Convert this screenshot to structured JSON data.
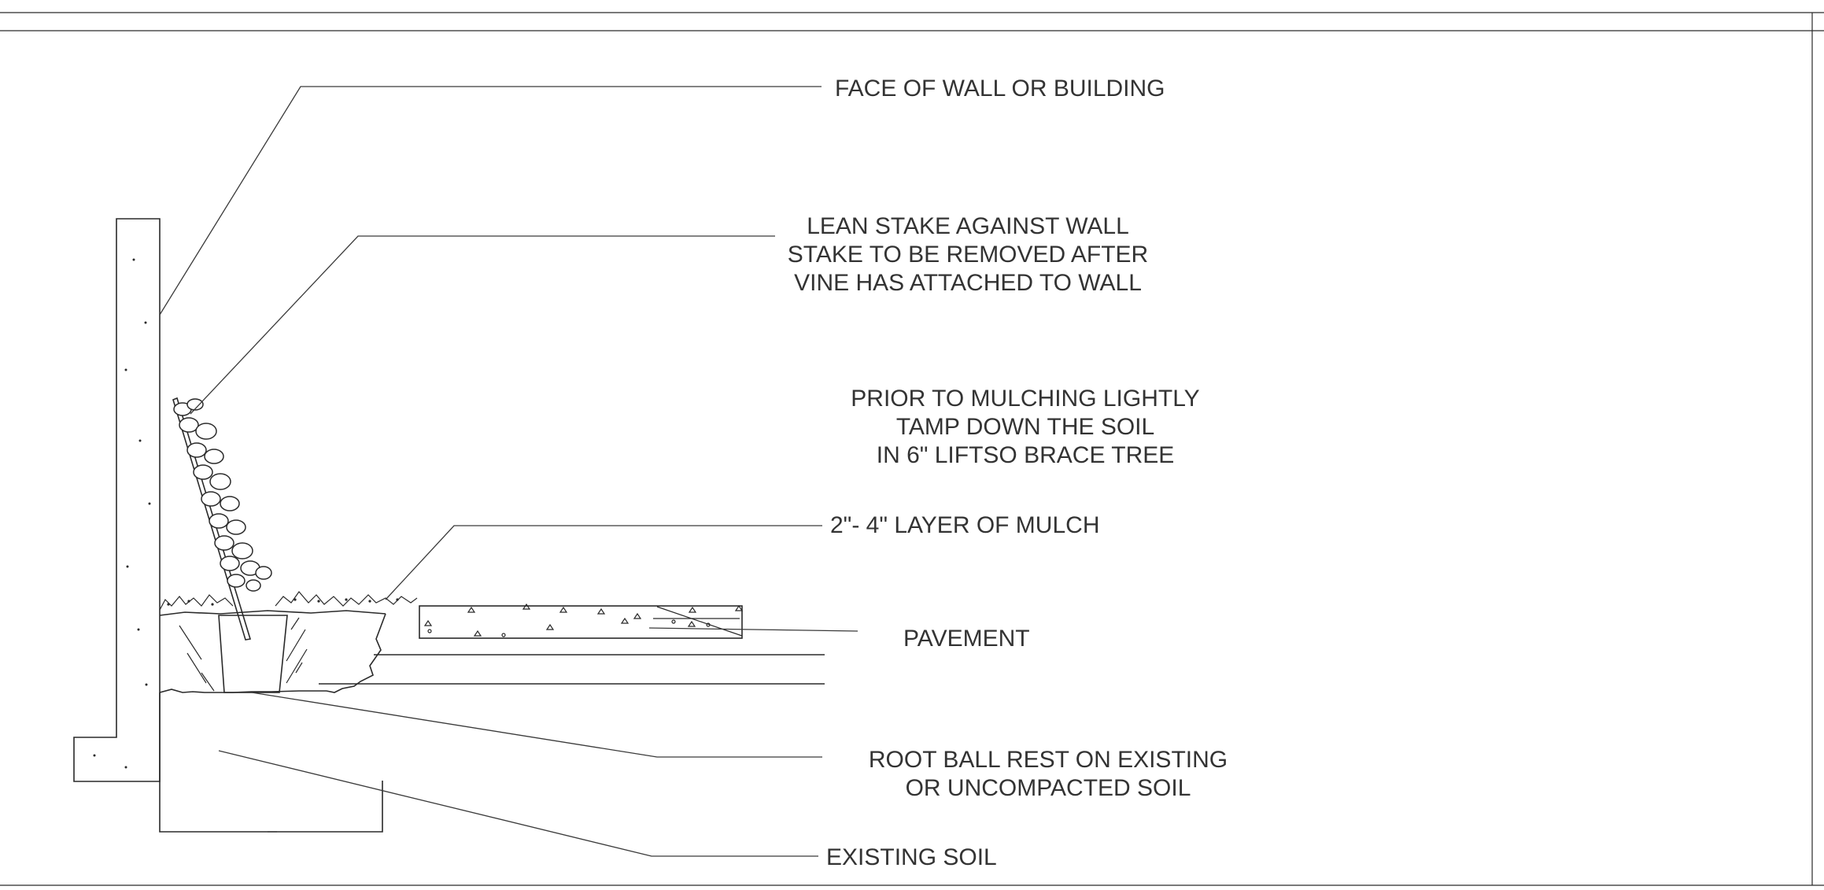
{
  "labels": {
    "face_of_wall": "FACE OF WALL OR BUILDING",
    "lean_stake": [
      "LEAN STAKE AGAINST WALL",
      "STAKE TO BE REMOVED AFTER",
      "VINE HAS ATTACHED TO WALL"
    ],
    "prior_to_mulching": [
      "PRIOR TO MULCHING LIGHTLY",
      "TAMP DOWN THE SOIL",
      "IN 6\" LIFTSO BRACE TREE"
    ],
    "mulch": "2\"- 4\" LAYER OF MULCH",
    "pavement": "PAVEMENT",
    "root_ball": [
      "ROOT BALL REST ON EXISTING",
      "OR UNCOMPACTED SOIL"
    ],
    "existing_soil": "EXISTING SOIL"
  },
  "colors": {
    "line": "#2a2a2a",
    "text": "#333333",
    "background": "#ffffff"
  }
}
